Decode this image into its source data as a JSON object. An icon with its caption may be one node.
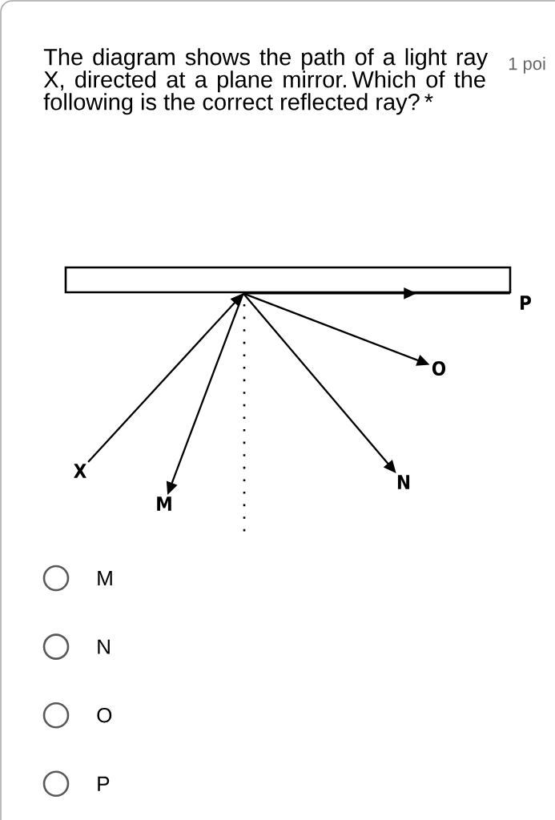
{
  "diagram": {
    "nodes": [
      {
        "text": [],
        "shape": "box"
      },
      {
        "text": [
          "P"
        ]
      },
      {
        "text": [
          "O"
        ]
      },
      {
        "text": [
          "X"
        ]
      },
      {
        "text": [
          "N"
        ]
      },
      {
        "text": [
          "M"
        ]
      }
    ],
    "edges": [
      {
        "from": 3,
        "to": 0,
        "arrow": "to"
      },
      {
        "from": 0,
        "to": 5,
        "arrow": "to"
      },
      {
        "from": 0,
        "to": 4,
        "arrow": "to"
      },
      {
        "from": 0,
        "to": 2,
        "arrow": "to"
      },
      {
        "from": 0,
        "to": 1,
        "arrow": "to"
      }
    ],
    "labels": [
      "The diagram shows the path of a light ray X, directed at a plane mirror. Which of the following is the correct reflected ray? *",
      "1 poi",
      "M",
      "N",
      "O",
      "P"
    ]
  }
}
